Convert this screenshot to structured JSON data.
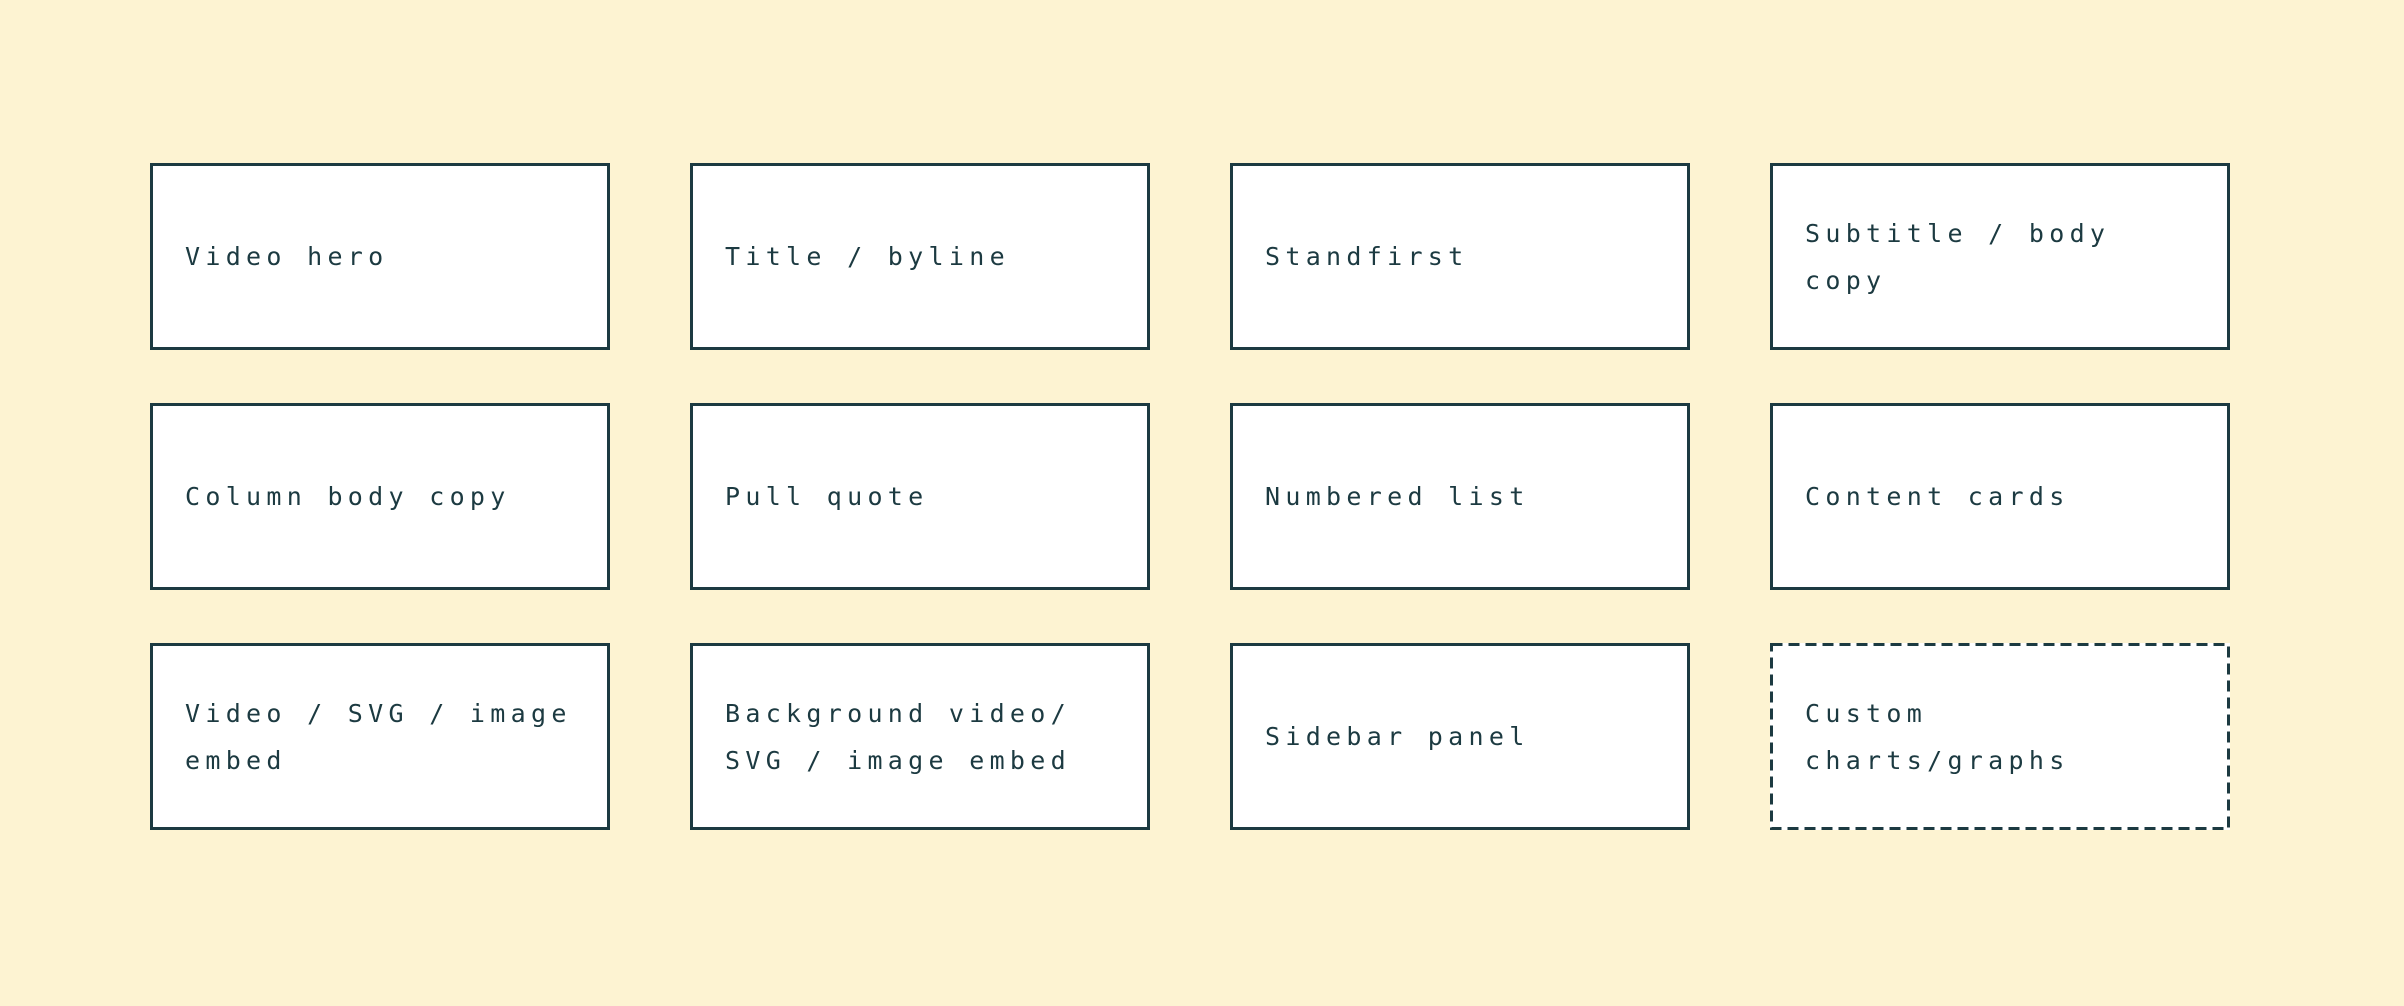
{
  "theme": {
    "background": "#FDF3D2",
    "ink": "#1C3A41",
    "card_bg": "#FFFFFF"
  },
  "cards": [
    {
      "label": "Video hero",
      "border": "solid"
    },
    {
      "label": "Title / byline",
      "border": "solid"
    },
    {
      "label": "Standfirst",
      "border": "solid"
    },
    {
      "label": "Subtitle / body copy",
      "border": "solid"
    },
    {
      "label": "Column body copy",
      "border": "solid"
    },
    {
      "label": "Pull quote",
      "border": "solid"
    },
    {
      "label": "Numbered list",
      "border": "solid"
    },
    {
      "label": "Content cards",
      "border": "solid"
    },
    {
      "label": "Video / SVG / image\nembed",
      "border": "solid"
    },
    {
      "label": "Background video/\nSVG / image embed",
      "border": "solid"
    },
    {
      "label": "Sidebar panel",
      "border": "solid"
    },
    {
      "label": "Custom charts/graphs",
      "border": "dashed"
    }
  ]
}
